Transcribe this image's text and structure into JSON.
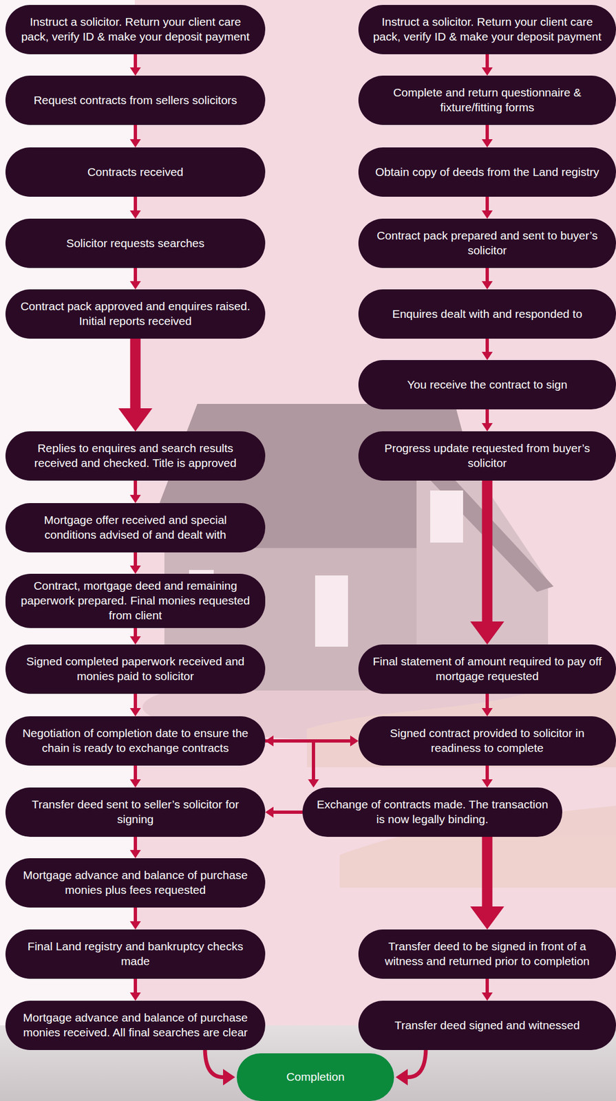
{
  "diagram": {
    "nodes": [
      {
        "text": [
          "Instruct a solicitor. Return your client care pack, verify ID & make your deposit payment"
        ]
      },
      {
        "text": [
          "Request contracts from sellers solicitors"
        ]
      },
      {
        "text": [
          "Contracts received"
        ]
      },
      {
        "text": [
          "Solicitor requests searches"
        ]
      },
      {
        "text": [
          "Contract pack approved and enquires raised. Initial reports received"
        ]
      },
      {
        "text": [
          "Replies to enquires and search results received and checked. Title is approved"
        ]
      },
      {
        "text": [
          "Mortgage offer received and special conditions advised of and dealt with"
        ]
      },
      {
        "text": [
          "Contract, mortgage deed and remaining paperwork prepared. Final monies requested from client"
        ]
      },
      {
        "text": [
          "Signed completed paperwork received and monies paid to solicitor"
        ]
      },
      {
        "text": [
          "Negotiation of completion date to ensure the chain is ready to exchange contracts"
        ]
      },
      {
        "text": [
          "Transfer deed sent to seller’s solicitor for signing"
        ]
      },
      {
        "text": [
          "Mortgage advance and balance of purchase monies plus fees requested"
        ]
      },
      {
        "text": [
          "Final Land registry and bankruptcy checks made"
        ]
      },
      {
        "text": [
          "Mortgage advance and balance of purchase monies received. All final searches are clear"
        ]
      },
      {
        "text": [
          "Instruct a solicitor. Return your client care pack, verify ID & make your deposit payment"
        ]
      },
      {
        "text": [
          "Complete and return questionnaire & fixture/fitting forms"
        ]
      },
      {
        "text": [
          "Obtain copy of deeds from the Land registry"
        ]
      },
      {
        "text": [
          "Contract pack prepared and sent to buyer’s solicitor"
        ]
      },
      {
        "text": [
          "Enquires dealt with and responded to"
        ]
      },
      {
        "text": [
          "You receive the contract to sign"
        ]
      },
      {
        "text": [
          "Progress update requested from buyer’s solicitor"
        ]
      },
      {
        "text": [
          "Final statement of amount required to pay off mortgage requested"
        ]
      },
      {
        "text": [
          "Signed contract provided to solicitor in readiness to complete"
        ]
      },
      {
        "text": [
          "Exchange of contracts made. The transaction is now legally binding."
        ]
      },
      {
        "text": [
          "Transfer deed to be signed in front of a witness and returned prior to completion"
        ]
      },
      {
        "text": [
          "Transfer deed signed and witnessed"
        ]
      },
      {
        "text": [
          "Completion"
        ]
      }
    ],
    "edges": [
      {
        "from": 0,
        "to": 1,
        "arrow": "to"
      },
      {
        "from": 1,
        "to": 2,
        "arrow": "to"
      },
      {
        "from": 2,
        "to": 3,
        "arrow": "to"
      },
      {
        "from": 3,
        "to": 4,
        "arrow": "to"
      },
      {
        "from": 4,
        "to": 5,
        "arrow": "to"
      },
      {
        "from": 5,
        "to": 6,
        "arrow": "to"
      },
      {
        "from": 6,
        "to": 7,
        "arrow": "to"
      },
      {
        "from": 7,
        "to": 8,
        "arrow": "to"
      },
      {
        "from": 8,
        "to": 9,
        "arrow": "to"
      },
      {
        "from": 9,
        "to": 10,
        "arrow": "to"
      },
      {
        "from": 10,
        "to": 11,
        "arrow": "to"
      },
      {
        "from": 11,
        "to": 12,
        "arrow": "to"
      },
      {
        "from": 12,
        "to": 13,
        "arrow": "to"
      },
      {
        "from": 14,
        "to": 15,
        "arrow": "to"
      },
      {
        "from": 15,
        "to": 16,
        "arrow": "to"
      },
      {
        "from": 16,
        "to": 17,
        "arrow": "to"
      },
      {
        "from": 17,
        "to": 18,
        "arrow": "to"
      },
      {
        "from": 18,
        "to": 19,
        "arrow": "to"
      },
      {
        "from": 19,
        "to": 20,
        "arrow": "to"
      },
      {
        "from": 20,
        "to": 21,
        "arrow": "to"
      },
      {
        "from": 21,
        "to": 22,
        "arrow": "to"
      },
      {
        "from": 9,
        "to": 22,
        "arrow": "both"
      },
      {
        "from": 9,
        "to": 23,
        "arrow": "to"
      },
      {
        "from": 22,
        "to": 23,
        "arrow": "to"
      },
      {
        "from": 23,
        "to": 10,
        "arrow": "to"
      },
      {
        "from": 23,
        "to": 24,
        "arrow": "to"
      },
      {
        "from": 24,
        "to": 25,
        "arrow": "to"
      },
      {
        "from": 13,
        "to": 26,
        "arrow": "to"
      },
      {
        "from": 25,
        "to": 26,
        "arrow": "to"
      }
    ]
  }
}
